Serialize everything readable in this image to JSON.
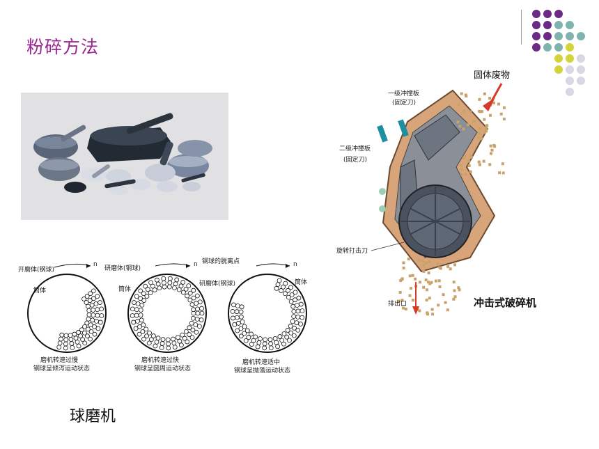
{
  "slide": {
    "title": "粉碎方法"
  },
  "ball_mill": {
    "caption": "球磨机",
    "diagrams": [
      {
        "labels": [
          "开磨体(钢球)",
          "筒体"
        ],
        "arrow": "n",
        "caption_1": "磨机转速过慢",
        "caption_2": "钢球呈倾泻运动状态"
      },
      {
        "labels": [
          "研磨体(钢球)",
          "筒体"
        ],
        "arrow": "n",
        "caption_1": "磨机转速过快",
        "caption_2": "钢球呈圆周运动状态"
      },
      {
        "labels": [
          "钢球的脱离点",
          "研磨体(钢球)",
          "筒体"
        ],
        "arrow": "n",
        "caption_1": "磨机转速适中",
        "caption_2": "钢球呈抛落运动状态"
      }
    ]
  },
  "crusher": {
    "solid_waste": "固体废物",
    "primary_plate_1": "一级冲撞板",
    "primary_plate_2": "(固定刀)",
    "secondary_plate_1": "二级冲撞板",
    "secondary_plate_2": "(固定刀)",
    "rotor_blade": "旋转打击刀",
    "outlet": "排出口",
    "name": "冲击式破碎机"
  },
  "colors": {
    "title": "#9b2590",
    "dot_purple": "#6b2a86",
    "dot_teal": "#7fb3ad",
    "dot_yellow": "#d4d43a",
    "dot_lavender": "#d9d6e6"
  }
}
